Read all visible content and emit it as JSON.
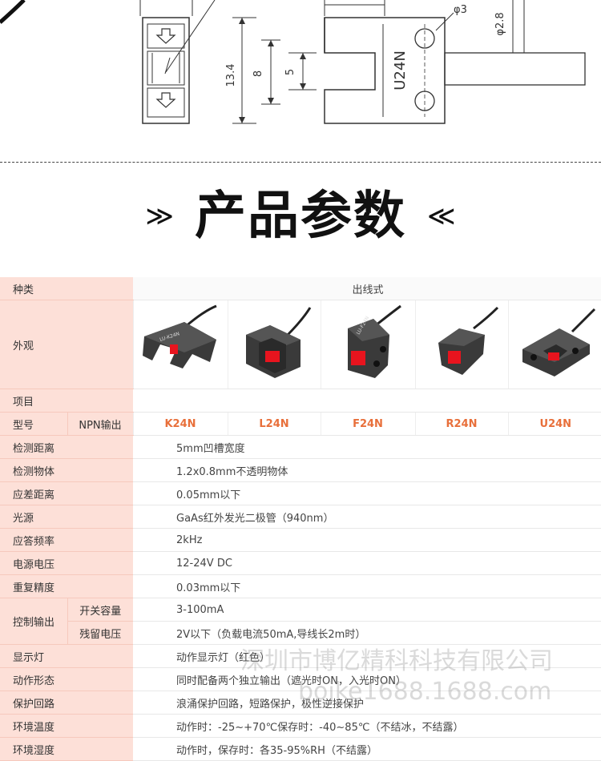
{
  "diagram": {
    "dims": {
      "d3": "φ3",
      "d28": "φ2.8",
      "h134": "13.4",
      "h8": "8",
      "h5": "5"
    },
    "sensor_label": "U24N"
  },
  "section": {
    "title": "产品参数",
    "left_mark": "≫",
    "right_mark": "≪"
  },
  "table": {
    "kind_label": "种类",
    "kind_value": "出线式",
    "appearance_label": "外观",
    "item_label": "项目",
    "model_label": "型号",
    "npn_label": "NPN输出",
    "models": [
      "K24N",
      "L24N",
      "F24N",
      "R24N",
      "U24N"
    ],
    "product_stamps": [
      "LU-K24N",
      "LU-F24N"
    ],
    "rows": [
      {
        "label": "检测距离",
        "value": "5mm凹槽宽度"
      },
      {
        "label": "检测物体",
        "value": "1.2x0.8mm不透明物体"
      },
      {
        "label": "应差距离",
        "value": "0.05mm以下"
      },
      {
        "label": "光源",
        "value": "GaAs红外发光二极管（940nm）"
      },
      {
        "label": "应答频率",
        "value": "2kHz"
      },
      {
        "label": "电源电压",
        "value": "12-24V DC"
      },
      {
        "label": "重复精度",
        "value": "0.03mm以下"
      }
    ],
    "control": {
      "label": "控制输出",
      "sub": [
        {
          "label": "开关容量",
          "value": "3-100mA"
        },
        {
          "label": "残留电压",
          "value": "2V以下（负载电流50mA,导线长2m时）"
        }
      ]
    },
    "rows2": [
      {
        "label": "显示灯",
        "value": "动作显示灯（红色）"
      },
      {
        "label": "动作形态",
        "value": "同时配备两个独立输出（遮光时ON，入光时ON）"
      },
      {
        "label": "保护回路",
        "value": "浪涌保护回路，短路保护，极性逆接保护"
      },
      {
        "label": "环境温度",
        "value": "动作时：-25~+70℃保存时：-40~85℃（不结冰，不结露）"
      },
      {
        "label": "环境湿度",
        "value": "动作时，保存时：各35-95%RH（不结露）"
      }
    ]
  },
  "watermark": {
    "line1": "深圳市博亿精科科技有限公司",
    "line2": "bojke1688.1688.com"
  },
  "colors": {
    "label_bg": "#fde0d8",
    "model_text": "#e86f3a",
    "sensor_body": "#3a3a3a",
    "sensor_led": "#e8141e"
  }
}
